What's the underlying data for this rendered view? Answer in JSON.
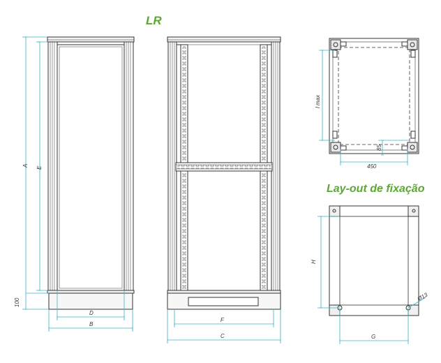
{
  "titles": {
    "main": "LR",
    "layout": "Lay-out de fixação"
  },
  "dimensions": {
    "A": "A",
    "E": "E",
    "base_height": "100",
    "B": "B",
    "D": "D",
    "C": "C",
    "F": "F",
    "l_max": "l max",
    "width_450": "450",
    "offset_85": "85",
    "H": "H",
    "G": "G",
    "hole": "Ø13"
  },
  "colors": {
    "dimension_line": "#3bb3c3",
    "title_green": "#5aa832",
    "drawing_line": "#333333"
  }
}
